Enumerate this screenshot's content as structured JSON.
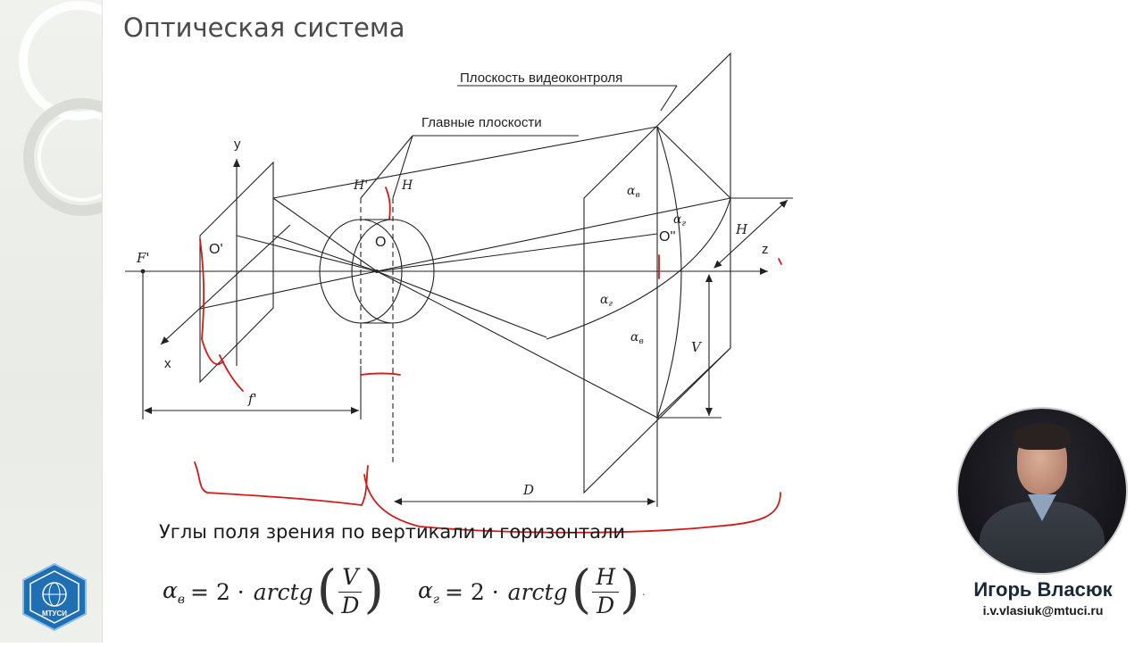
{
  "slide": {
    "title": "Оптическая система"
  },
  "diagram": {
    "label_video_plane": "Плоскость видеоконтроля",
    "label_main_planes": "Главные плоскости",
    "label_y": "y",
    "label_x": "x",
    "label_z": "z",
    "label_f_prime": "F'",
    "label_o_prime": "O'",
    "label_o": "O",
    "label_o_double_prime": "O''",
    "label_h_prime": "H'",
    "label_h": "H",
    "label_h_dim": "H",
    "label_v_dim": "V",
    "label_d_dim": "D",
    "label_focal": "f'",
    "label_alpha_v_top": "α",
    "label_alpha_v_top_sub": "в",
    "label_alpha_v_bottom": "α",
    "label_alpha_v_bottom_sub": "в",
    "label_alpha_g_left": "α",
    "label_alpha_g_left_sub": "г",
    "label_alpha_g_right": "α",
    "label_alpha_g_right_sub": "г"
  },
  "formulas": {
    "subtitle": "Углы поля зрения по вертикали и горизонтали",
    "f1_alpha": "α",
    "f1_sub": "в",
    "f1_eq": "= 2 ·",
    "f1_fn": "arctg",
    "f1_num": "V",
    "f1_den": "D",
    "f2_alpha": "α",
    "f2_sub": "г",
    "f2_eq": "= 2 ·",
    "f2_fn": "arctg",
    "f2_num": "H",
    "f2_den": "D",
    "f2_trail": "."
  },
  "presenter": {
    "name": "Игорь Власюк",
    "email": "i.v.vlasiuk@mtuci.ru"
  },
  "logo": {
    "text": "МТУСИ"
  }
}
